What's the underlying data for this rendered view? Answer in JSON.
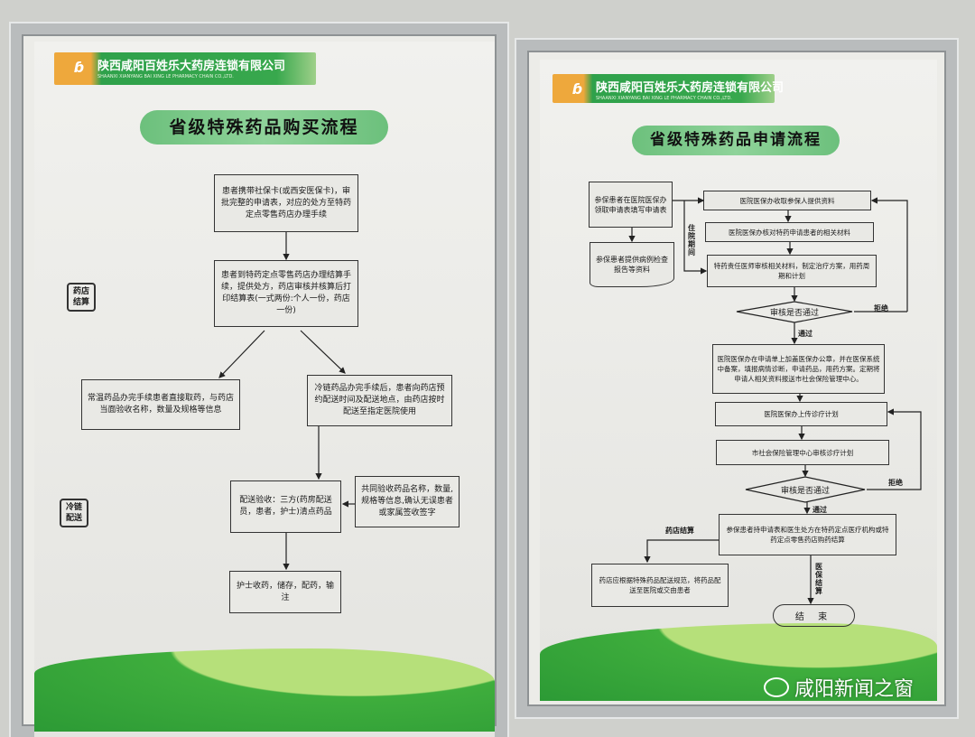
{
  "left_poster": {
    "company": "陕西咸阳百姓乐大药房连锁有限公司",
    "company_en": "SHAANXI XIANYANG BAI XING LE PHARMACY CHAIN CO.,LTD.",
    "title": "省级特殊药品购买流程",
    "side_labels": [
      "药店结算",
      "冷链配送"
    ],
    "steps": [
      "患者携带社保卡(或西安医保卡)，审批完整的申请表，对应的处方至特药定点零售药店办理手续",
      "患者到特药定点零售药店办理结算手续，提供处方，药店审核并核算后打印结算表(一式两份:个人一份，药店一份)",
      "常温药品办完手续患者直接取药，与药店当面验收名称，数量及规格等信息",
      "冷链药品办完手续后，患者向药店预约配送时间及配送地点，由药店按时配送至指定医院使用",
      "配送验收：三方(药房配送员，患者，护士)清点药品",
      "共同验收药品名称，数量,规格等信息,确认无误患者或家属签收签字",
      "护士收药，储存，配药，输注"
    ]
  },
  "right_poster": {
    "company": "陕西咸阳百姓乐大药房连锁有限公司",
    "company_en": "SHAANXI XIANYANG BAI XING LE PHARMACY CHAIN CO.,LTD.",
    "title": "省级特殊药品申请流程",
    "steps": {
      "apply": "参保患者在医院医保办领取申请表填写申请表",
      "report": "参保患者提供病例检查报告等资料",
      "collect": "医院医保办收取参保人提供资料",
      "verify": "医院医保办核对特药申请患者的相关材料",
      "doctor": "特药责任医师审核相关材料，制定治疗方案，用药周期和计划",
      "stamp": "医院医保办在申请单上加盖医保办公章，并在医保系统中备案，填报病情诊断，申请药品，用药方案。定期将申请人相关资料报送市社会保险管理中心。",
      "upload": "医院医保办上传诊疗计划",
      "center": "市社会保险管理中心审核诊疗计划",
      "settle": "参保患者持申请表和医生处方在特药定点医疗机构或特药定点零售药店购药结算",
      "deliver": "药店应根据特殊药品配送规范，将药品配送至医院或交由患者",
      "end": "结 束"
    },
    "decision": "审核是否通过",
    "pass": "通过",
    "reject": "拒绝",
    "inpatient": "住院期间",
    "pharmacy_settle": "药店结算",
    "insurance_settle": "医保结算"
  },
  "watermark": "咸阳新闻之窗",
  "colors": {
    "banner_green": "#38a84d",
    "banner_orange": "#eea83c",
    "title_green": "#7ccb89",
    "wall": "#cfd0cc"
  }
}
